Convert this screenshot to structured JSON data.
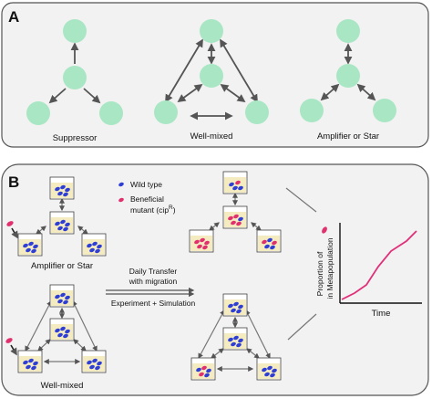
{
  "panel_a": {
    "letter": "A",
    "labels": {
      "suppressor": "Suppressor",
      "well_mixed": "Well-mixed",
      "amplifier": "Amplifier or Star"
    }
  },
  "panel_b": {
    "letter": "B",
    "legend": {
      "wild_type": "Wild type",
      "beneficial_line1": "Beneficial",
      "beneficial_line2": "mutant (cip",
      "beneficial_sup": "R",
      "beneficial_close": ")"
    },
    "labels": {
      "amplifier": "Amplifier or Star",
      "well_mixed": "Well-mixed"
    },
    "arrows": {
      "daily_transfer_line1": "Daily Transfer",
      "daily_transfer_line2": "with migration",
      "experiment": "Experiment + Simulation"
    },
    "graph": {
      "ylabel_line1": "Proportion of",
      "ylabel_line2": "in Metapopulation",
      "xlabel": "Time"
    }
  },
  "colors": {
    "node_fill": "#a8e6c4",
    "wild_type": "#2f3fd6",
    "mutant": "#e0306e",
    "flask_fill": "#f4ecc0",
    "curve": "#e0307a",
    "panel_bg": "#f2f2f2"
  }
}
